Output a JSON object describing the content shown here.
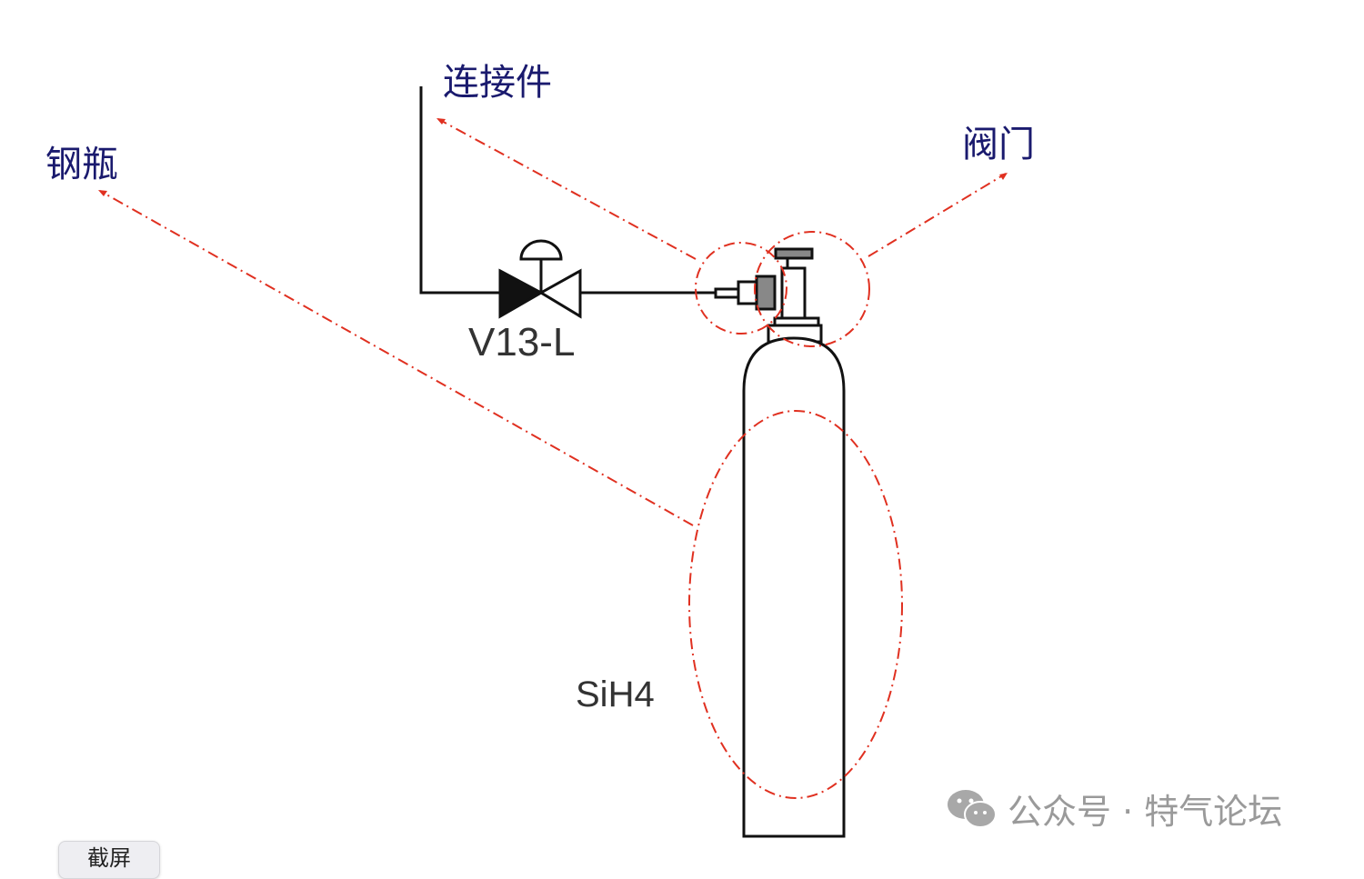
{
  "labels": {
    "connector": "连接件",
    "valve": "阀门",
    "cylinder": "钢瓶"
  },
  "tags": {
    "valve_tag": "V13-L",
    "gas": "SiH4"
  },
  "watermark": {
    "text": "公众号 · 特气论坛",
    "icon": "wechat-icon"
  },
  "button": {
    "label": "截屏"
  },
  "colors": {
    "annotation": "#e03020",
    "label": "#1a1a6e"
  }
}
